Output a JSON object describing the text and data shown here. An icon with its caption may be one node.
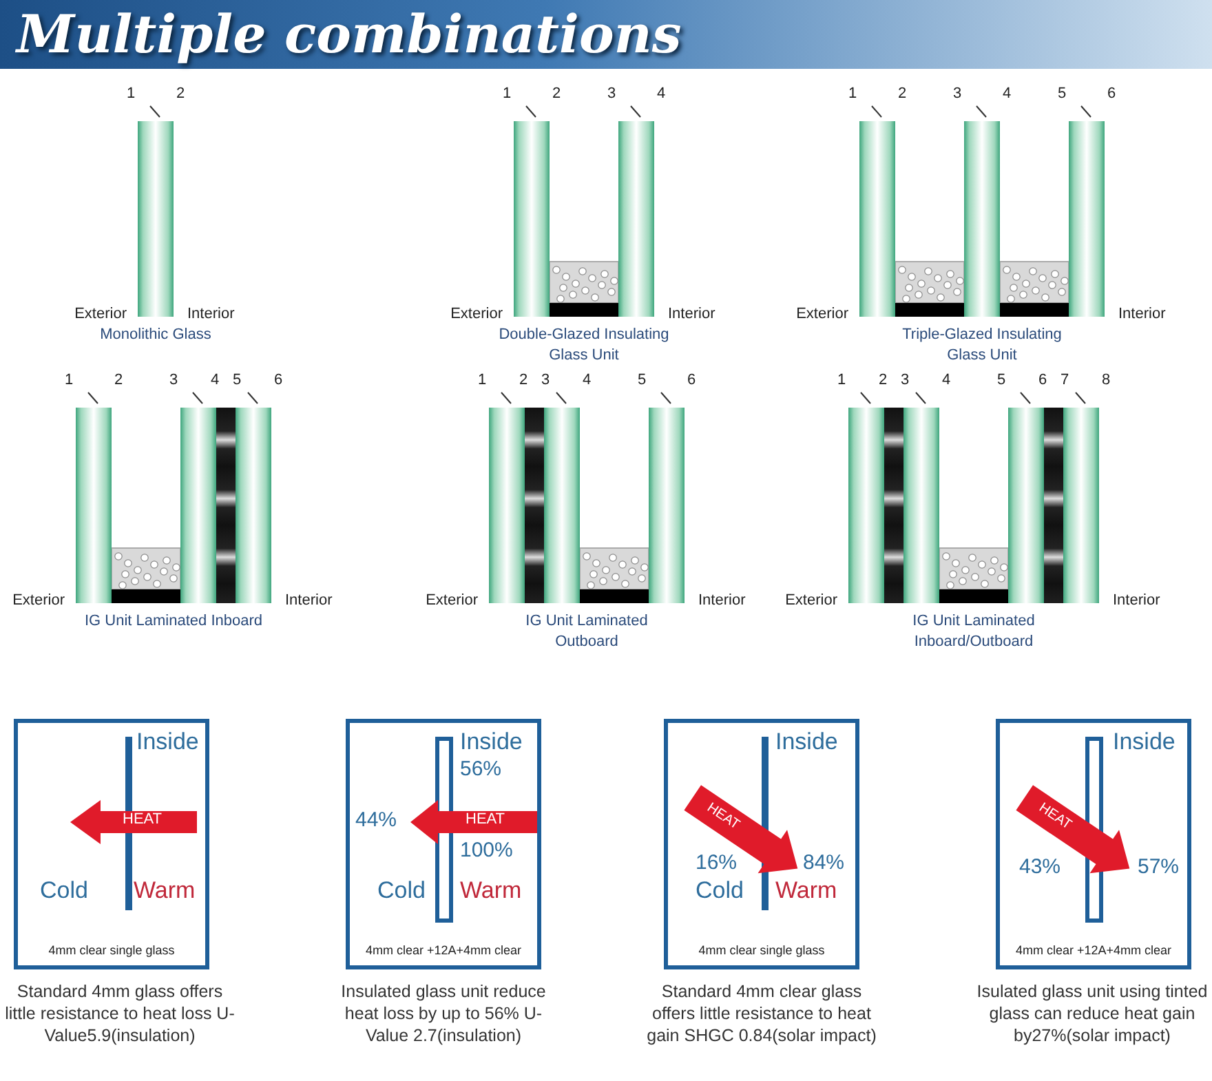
{
  "diagram": {
    "title": "Multiple combinations",
    "nodes": [
      {
        "text": [
          "Inside",
          "HEAT",
          "Cold",
          "Warm",
          "4mm clear single glass"
        ],
        "beside": [
          "Standard 4mm glass offers little resistance to heat loss U-Value5.9(insulation)"
        ]
      },
      {
        "text": [
          "Inside",
          "56%",
          "44%",
          "HEAT",
          "100%",
          "Cold",
          "Warm",
          "4mm clear +12A+4mm clear"
        ],
        "beside": [
          "Insulated glass unit reduce heat loss by up to 56% U-Value 2.7(insulation)"
        ]
      },
      {
        "text": [
          "Inside",
          "HEAT",
          "16%",
          "84%",
          "Cold",
          "Warm",
          "4mm clear single glass"
        ],
        "beside": [
          "Standard 4mm clear glass offers little resistance to heat gain SHGC 0.84(solar impact)"
        ]
      },
      {
        "text": [
          "Inside",
          "HEAT",
          "43%",
          "57%",
          "4mm clear +12A+4mm clear"
        ],
        "beside": [
          "Isulated glass unit using tinted glass can reduce heat gain by27%(solar impact)"
        ]
      }
    ],
    "labels": [
      "1",
      "2",
      "Exterior",
      "Interior",
      "Monolithic Glass",
      "1",
      "2",
      "3",
      "4",
      "Exterior",
      "Interior",
      "Double-Glazed Insulating Glass Unit",
      "1",
      "2",
      "3",
      "4",
      "5",
      "6",
      "Exterior",
      "Interior",
      "Triple-Glazed Insulating Glass Unit",
      "1",
      "2",
      "3",
      "4",
      "5",
      "6",
      "Exterior",
      "Interior",
      "IG Unit Laminated Inboard",
      "1",
      "2",
      "3",
      "4",
      "5",
      "6",
      "Exterior",
      "Interior",
      "IG Unit Laminated Outboard",
      "1",
      "2",
      "3",
      "4",
      "5",
      "6",
      "7",
      "8",
      "Exterior",
      "Interior",
      "IG Unit Laminated Inboard/Outboard"
    ]
  }
}
